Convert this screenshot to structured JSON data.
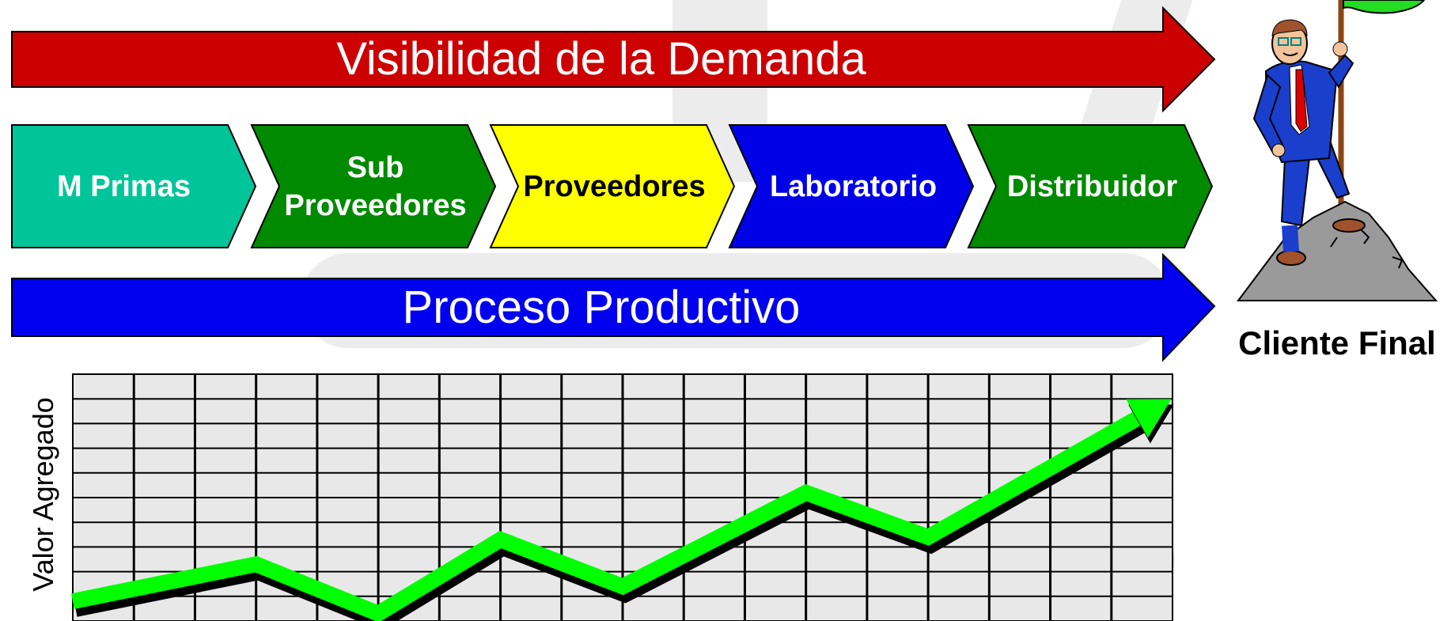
{
  "top_arrow": {
    "label": "Visibilidad de la Demanda",
    "color": "#cc0000"
  },
  "supply_chain": [
    {
      "label": "M Primas",
      "color": "#00c49a",
      "text_color": "#ffffff"
    },
    {
      "label": "Sub\nProveedores",
      "color": "#008a00",
      "text_color": "#ffffff"
    },
    {
      "label": "Proveedores",
      "color": "#ffff00",
      "text_color": "#000000"
    },
    {
      "label": "Laboratorio",
      "color": "#0000e6",
      "text_color": "#ffffff"
    },
    {
      "label": "Distribuidor",
      "color": "#008a00",
      "text_color": "#ffffff"
    }
  ],
  "bottom_arrow": {
    "label": "Proceso Productivo",
    "color": "#0000ee"
  },
  "chart": {
    "ylabel": "Valor Agregado",
    "line_color": "#00ff00",
    "grid_background": "#e8e8e8",
    "trend": [
      {
        "x": 0,
        "y": 0.08
      },
      {
        "x": 3,
        "y": 0.23
      },
      {
        "x": 5,
        "y": 0.03
      },
      {
        "x": 7,
        "y": 0.33
      },
      {
        "x": 9,
        "y": 0.14
      },
      {
        "x": 12,
        "y": 0.52
      },
      {
        "x": 14,
        "y": 0.34
      },
      {
        "x": 17.7,
        "y": 0.86
      }
    ]
  },
  "customer": {
    "label": "Cliente Final",
    "icon": "businessman-with-flag-on-mountain-icon"
  }
}
